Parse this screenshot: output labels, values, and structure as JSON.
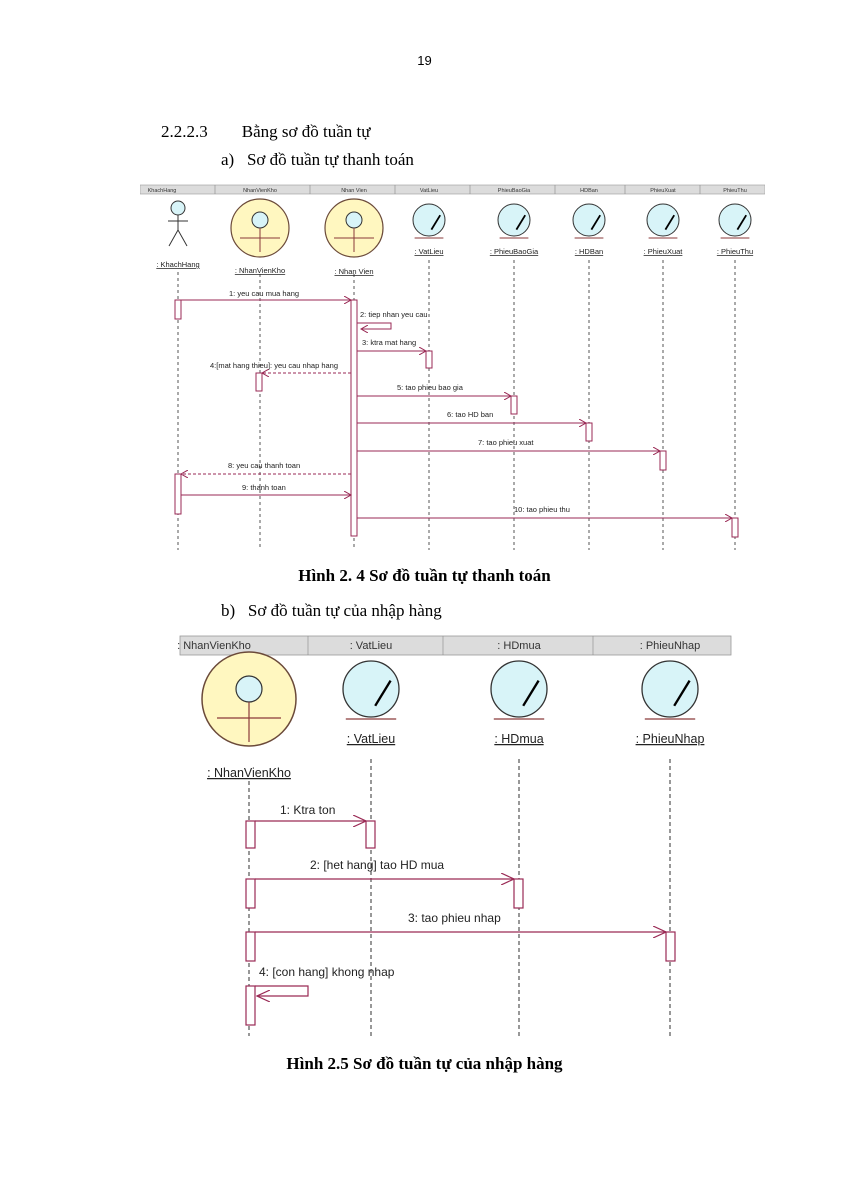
{
  "page": {
    "number": "19",
    "section_heading": "2.2.2.3  Bằng sơ đồ tuần tự",
    "subheading_a": "a)  Sơ đồ tuần tự thanh toán",
    "caption_1": "Hình 2. 4 Sơ đồ tuần tự thanh toán",
    "subheading_b": "b)  Sơ đồ tuần tự của nhập hàng",
    "caption_2": "Hình 2.5 Sơ đồ tuần tự của nhập hàng"
  },
  "diagram1": {
    "header_tabs": [
      "KhachHang",
      "NhanVienKho",
      "Nhan Vien",
      "VatLieu",
      "PhieuBaoGia",
      "HDBan",
      "PhieuXuat",
      "PhieuThu"
    ],
    "lifelines": [
      {
        "label": ": KhachHang",
        "kind": "actor"
      },
      {
        "label": ": NhanVienKho",
        "kind": "control"
      },
      {
        "label": ": Nhan Vien",
        "kind": "control"
      },
      {
        "label": ": VatLieu",
        "kind": "entity"
      },
      {
        "label": ": PhieuBaoGia",
        "kind": "entity"
      },
      {
        "label": ": HDBan",
        "kind": "entity"
      },
      {
        "label": ": PhieuXuat",
        "kind": "entity"
      },
      {
        "label": ": PhieuThu",
        "kind": "entity"
      }
    ],
    "messages": [
      "1: yeu cau mua hang",
      "2: tiep nhan yeu cau",
      "3: ktra mat hang",
      "4:[mat hang thieu]: yeu cau nhap hang",
      "5: tao phieu bao gia",
      "6: tao HD ban",
      "7: tao phieu xuat",
      "8: yeu cau thanh toan",
      "9: thanh toan",
      "10: tao phieu thu"
    ]
  },
  "diagram2": {
    "header_tabs": [
      ": NhanVienKho",
      ": VatLieu",
      ": HDmua",
      ": PhieuNhap"
    ],
    "lifelines": [
      {
        "label": ": NhanVienKho",
        "kind": "control"
      },
      {
        "label": ": VatLieu",
        "kind": "entity"
      },
      {
        "label": ": HDmua",
        "kind": "entity"
      },
      {
        "label": ": PhieuNhap",
        "kind": "entity"
      }
    ],
    "messages": [
      "1: Ktra ton",
      "2: [het hang] tao HD mua",
      "3: tao phieu nhap",
      "4: [con hang] khong nhap"
    ]
  },
  "colors": {
    "message_line": "#9a2a55",
    "control_fill": "#fff7c0",
    "entity_fill": "#d8f4f8",
    "header_bg": "#dcdcdc"
  }
}
